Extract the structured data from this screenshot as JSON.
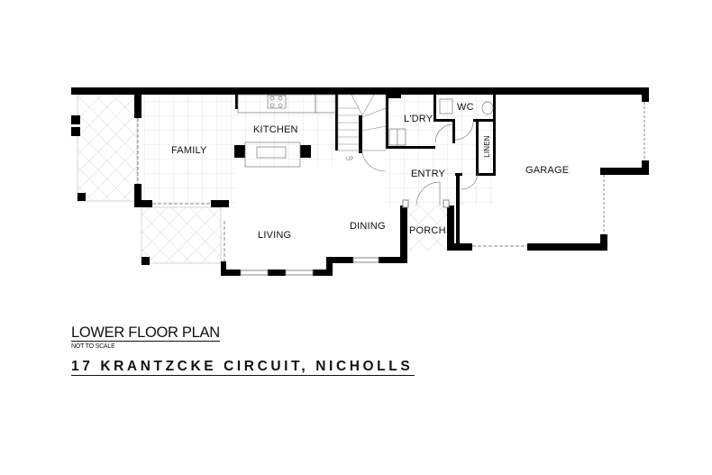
{
  "plan": {
    "title": "LOWER FLOOR PLAN",
    "scale_note": "NOT TO SCALE",
    "address": "17 KRANTZCKE CIRCUIT, NICHOLLS"
  },
  "rooms": {
    "family": "FAMILY",
    "kitchen": "KITCHEN",
    "living": "LIVING",
    "dining": "DINING",
    "laundry": "L'DRY",
    "wc": "WC",
    "linen": "LINEN",
    "entry": "ENTRY",
    "porch": "PORCH",
    "garage": "GARAGE"
  },
  "stair_label": "UP",
  "colors": {
    "wall": "#000000",
    "tile_grid": "#d8d8d8",
    "paving": "#c8c8c8",
    "window": "#9a9a9a"
  }
}
